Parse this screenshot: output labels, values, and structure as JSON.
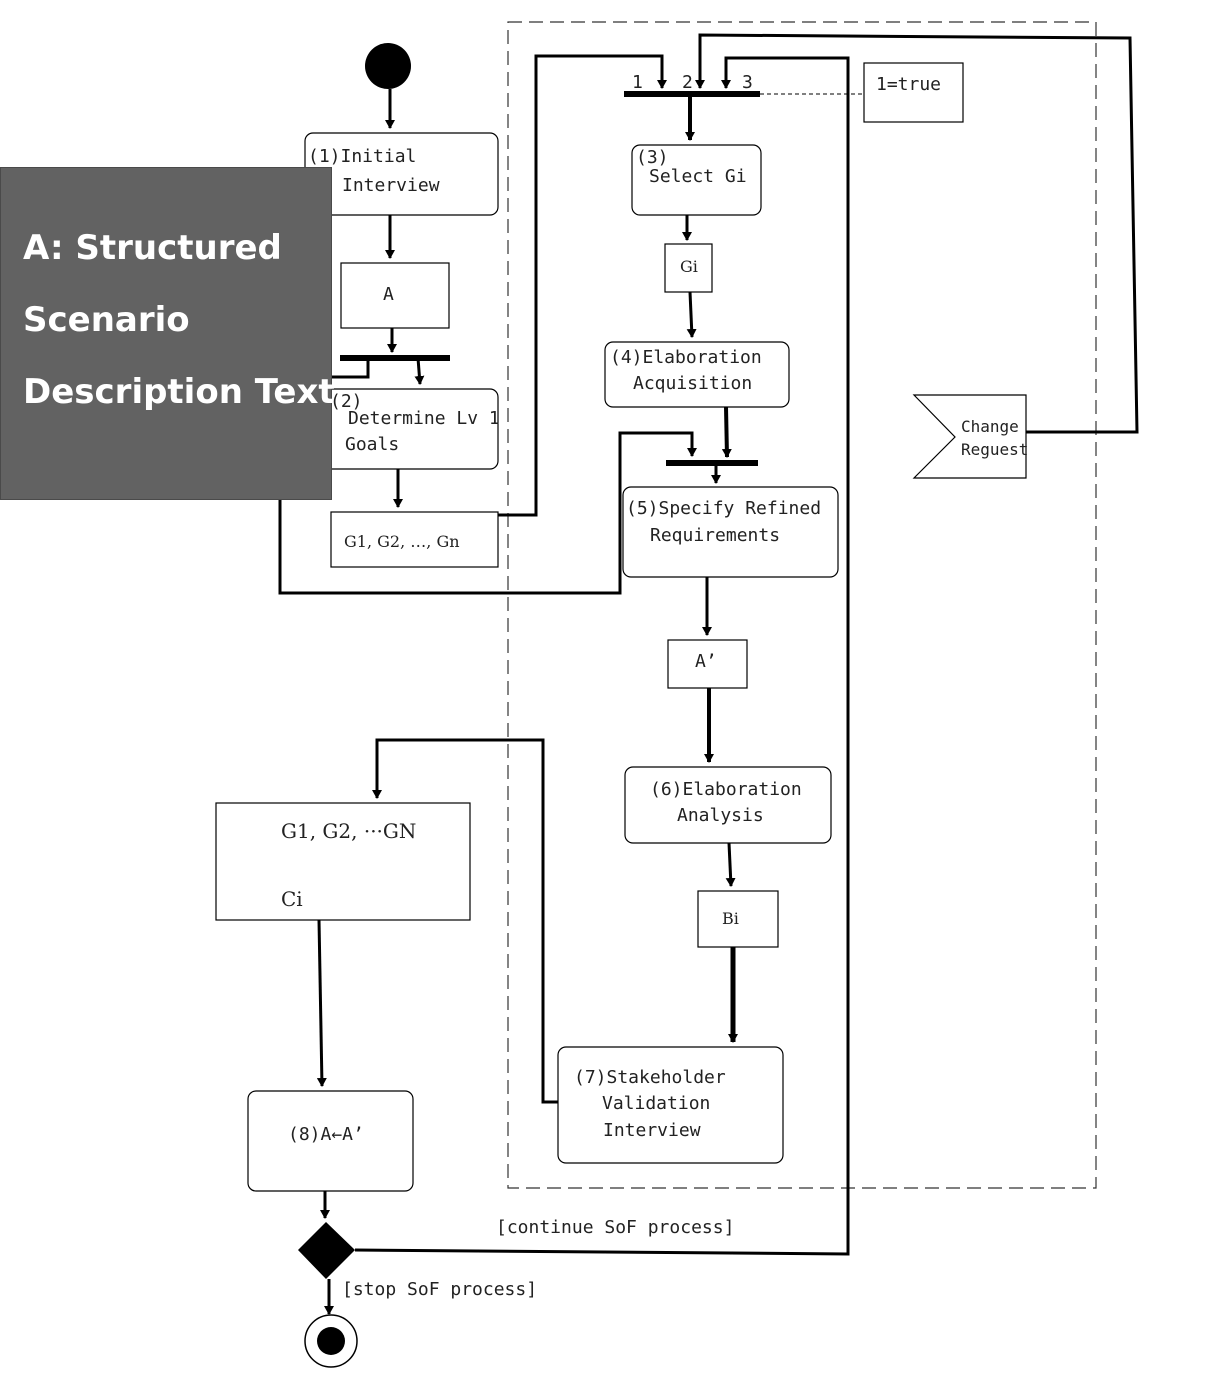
{
  "overlay": {
    "lines": [
      "A: Structured",
      "Scenario",
      "Description Text"
    ]
  },
  "activities": {
    "a1": [
      "(1)Initial",
      "Interview"
    ],
    "a2": [
      "(2)",
      "Determine Lv 1",
      "Goals"
    ],
    "a3": [
      "(3)",
      "Select Gi"
    ],
    "a4": [
      "(4)Elaboration",
      "Acquisition"
    ],
    "a5": [
      "(5)Specify Refined",
      "Requirements"
    ],
    "a6": [
      "(6)Elaboration",
      "Analysis"
    ],
    "a7": [
      "(7)Stakeholder",
      "Validation",
      "Interview"
    ],
    "a8": "(8)A←A’"
  },
  "objects": {
    "A": "A",
    "goals_list": "G1, G2, …, Gn",
    "Gi": "Gi",
    "A_prime": "A’",
    "Bi": "Bi",
    "result_goals": "G1, G2, ···GN",
    "result_ci": "Ci"
  },
  "join_labels": [
    "1",
    "2",
    "3"
  ],
  "condition_note": "1=true",
  "signal": [
    "Change",
    "Reguest"
  ],
  "guards": {
    "continue": "[continue SoF process]",
    "stop": "[stop SoF process]"
  }
}
